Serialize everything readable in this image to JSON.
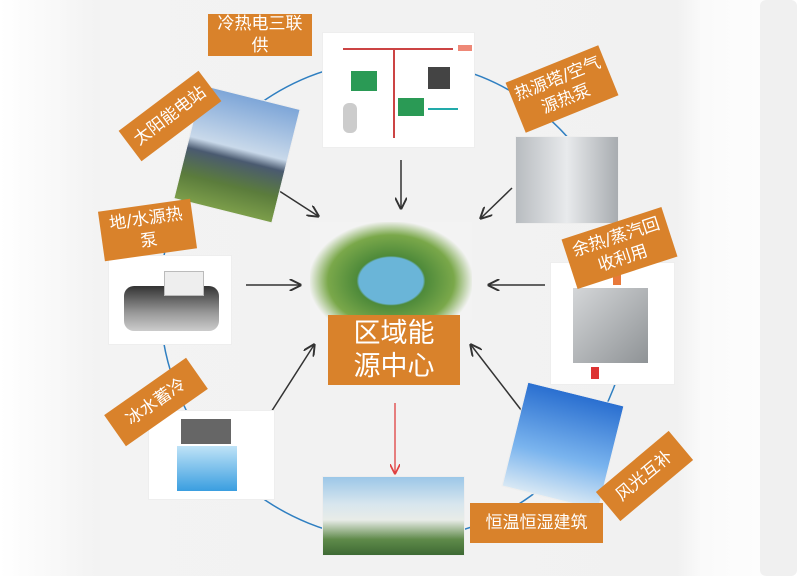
{
  "center": {
    "label": "区域能源中心"
  },
  "nodes": {
    "cchp": "冷热电三联供",
    "solar": "太阳能电站",
    "heat_tower": "热源塔/空气源热泵",
    "ground_source": "地/水源热泵",
    "waste_heat": "余热/蒸汽回收利用",
    "ice_storage": "冰水蓄冷",
    "wind_solar": "风光互补",
    "building": "恒温恒湿建筑"
  },
  "colors": {
    "label_bg": "#d9822b",
    "connector": "#2f7fc1",
    "arrow": "#333333",
    "output_arrow": "#e04040"
  }
}
